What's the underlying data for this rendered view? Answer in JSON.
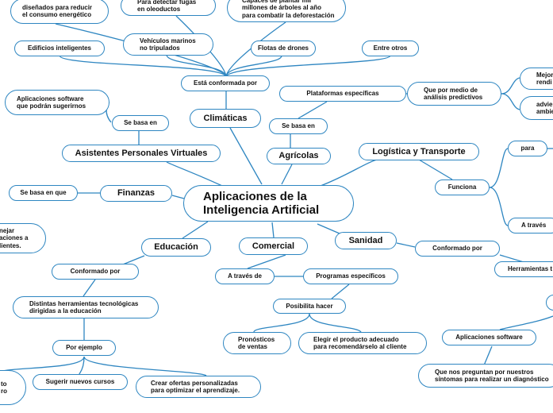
{
  "diagram": {
    "root": "Aplicaciones de la\nInteligencia Artificial",
    "climaticas": {
      "label": "Climáticas",
      "connector": "Está conformada por",
      "items": [
        "diseñados para reducir\nel consumo energético",
        "Para detectar fugas\nen oleoductos",
        "Capaces de plantar mil\nmillones de árboles al año\npara combatir la deforestación",
        "Edificios inteligentes",
        "Vehículos marinos\nno tripulados",
        "Flotas de drones",
        "Entre otros"
      ]
    },
    "asistentes": {
      "label": "Asistentes Personales Virtuales",
      "connector": "Se basa en",
      "item": "Aplicaciones software\nque podrán sugerirnos"
    },
    "agricolas": {
      "label": "Agrícolas",
      "connector": "Se basa en",
      "item": "Plataformas específicas",
      "item2": "Que por medio de\nanálisis predictivos",
      "partial_a": "Mejor\nrendi",
      "partial_b": "advie\nambie"
    },
    "logistica": {
      "label": "Logística y Transporte",
      "connector": "Funciona",
      "item_a": "para",
      "item_b": "A través"
    },
    "finanzas": {
      "label": "Finanzas",
      "connector": "Se basa en que",
      "partial": "nejar\naciones a\nlientes."
    },
    "educacion": {
      "label": "Educación",
      "connector": "Conformado por",
      "item": "Distintas herramientas tecnológicas\ndirigidas a la educación",
      "connector2": "Por ejemplo",
      "items": [
        "Sugerir nuevos cursos",
        "Crear ofertas personalizadas\npara optimizar el aprendizaje."
      ],
      "partial": "to\nro"
    },
    "comercial": {
      "label": "Comercial",
      "connector": "A través de",
      "item": "Programas específicos",
      "connector2": "Posibilita hacer",
      "items": [
        "Pronósticos\nde ventas",
        "Elegir el producto adecuado\npara recomendárselo al cliente"
      ]
    },
    "sanidad": {
      "label": "Sanidad",
      "connector": "Conformado por",
      "item": "Herramientas t",
      "item2": "Aplicaciones software",
      "item3": "Que nos preguntan por nuestros\nsíntomas para realizar un diagnóstico"
    }
  }
}
